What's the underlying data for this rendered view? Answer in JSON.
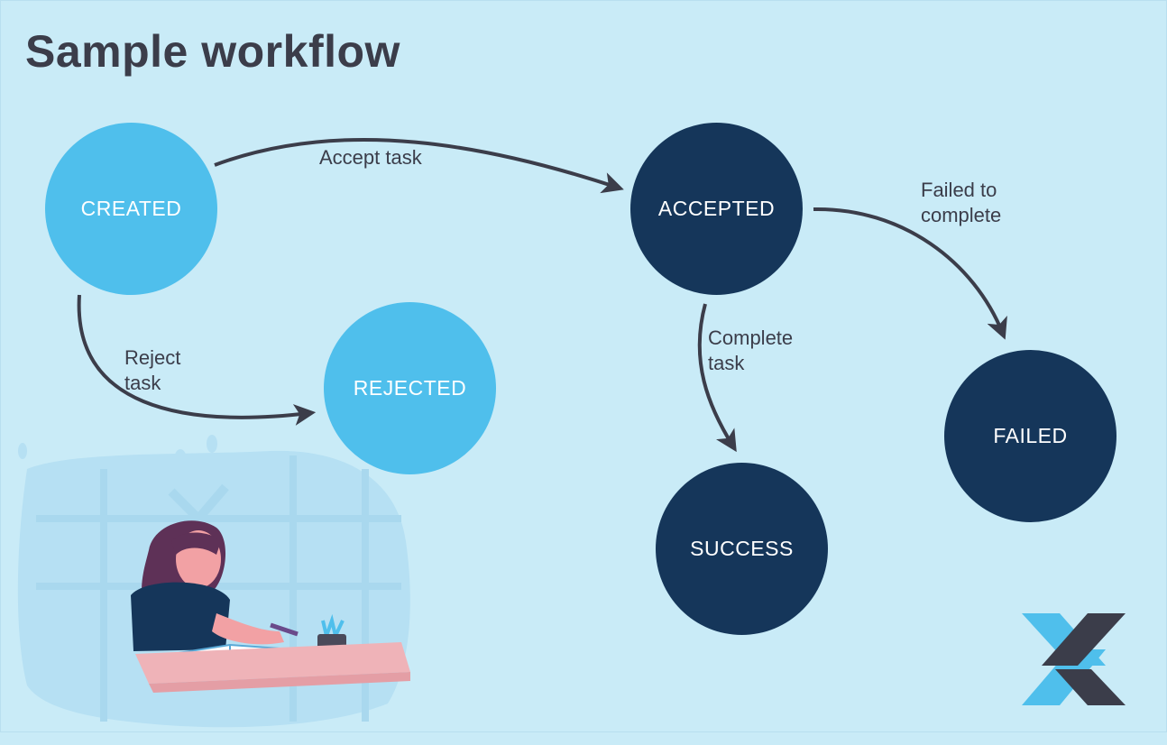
{
  "title": "Sample workflow",
  "colors": {
    "background": "#c9ebf7",
    "state_light": "#4fbfec",
    "state_dark": "#15365a",
    "arrow": "#3b3d4a"
  },
  "nodes": {
    "created": "CREATED",
    "rejected": "REJECTED",
    "accepted": "ACCEPTED",
    "success": "SUCCESS",
    "failed": "FAILED"
  },
  "edges": {
    "accept": "Accept task",
    "reject": "Reject\ntask",
    "complete": "Complete\ntask",
    "fail": "Failed to\ncomplete"
  },
  "illustration": "person-writing-at-desk-illustration",
  "logo": "x-logo"
}
